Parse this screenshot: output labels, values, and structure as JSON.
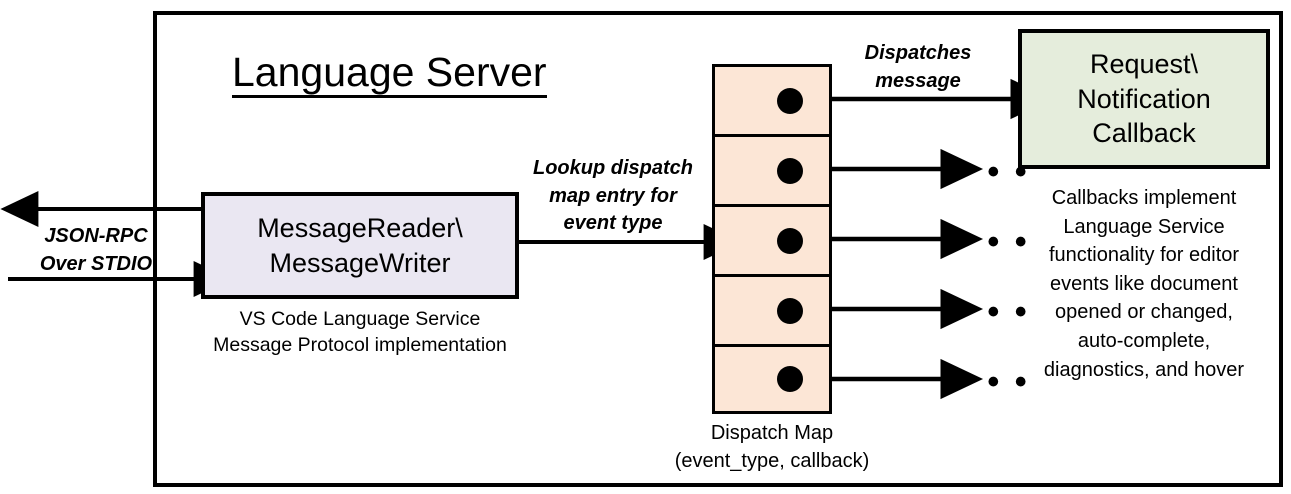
{
  "diagram": {
    "title": "Language Server",
    "frame_label": "Language Server"
  },
  "reader": {
    "line1": "MessageReader\\",
    "line2": "MessageWriter",
    "caption_line1": "VS Code Language Service",
    "caption_line2": "Message Protocol implementation",
    "fill_color": "#EAE7F2"
  },
  "transport": {
    "label_line1": "JSON-RPC",
    "label_line2": "Over STDIO",
    "outbound_direction": "left",
    "inbound_direction": "right"
  },
  "lookup": {
    "label_line1": "Lookup dispatch",
    "label_line2": "map entry for",
    "label_line3": "event type"
  },
  "dispatch_map": {
    "caption_line1": "Dispatch Map",
    "caption_line2": "(event_type, callback)",
    "fill_color": "#FCE6D6",
    "rows": [
      {
        "target": "Request\\Notification Callback"
      },
      {
        "target": "..."
      },
      {
        "target": "..."
      },
      {
        "target": "..."
      },
      {
        "target": "..."
      }
    ],
    "ellipsis": "• • •"
  },
  "dispatch_message": {
    "label_line1": "Dispatches",
    "label_line2": "message"
  },
  "callback": {
    "line1": "Request\\",
    "line2": "Notification",
    "line3": "Callback",
    "fill_color": "#E5EDDC",
    "caption_line1": "Callbacks implement",
    "caption_line2": "Language Service",
    "caption_line3": "functionality for editor",
    "caption_line4": "events like document",
    "caption_line5": "opened or changed,",
    "caption_line6": "auto-complete,",
    "caption_line7": "diagnostics, and hover"
  }
}
